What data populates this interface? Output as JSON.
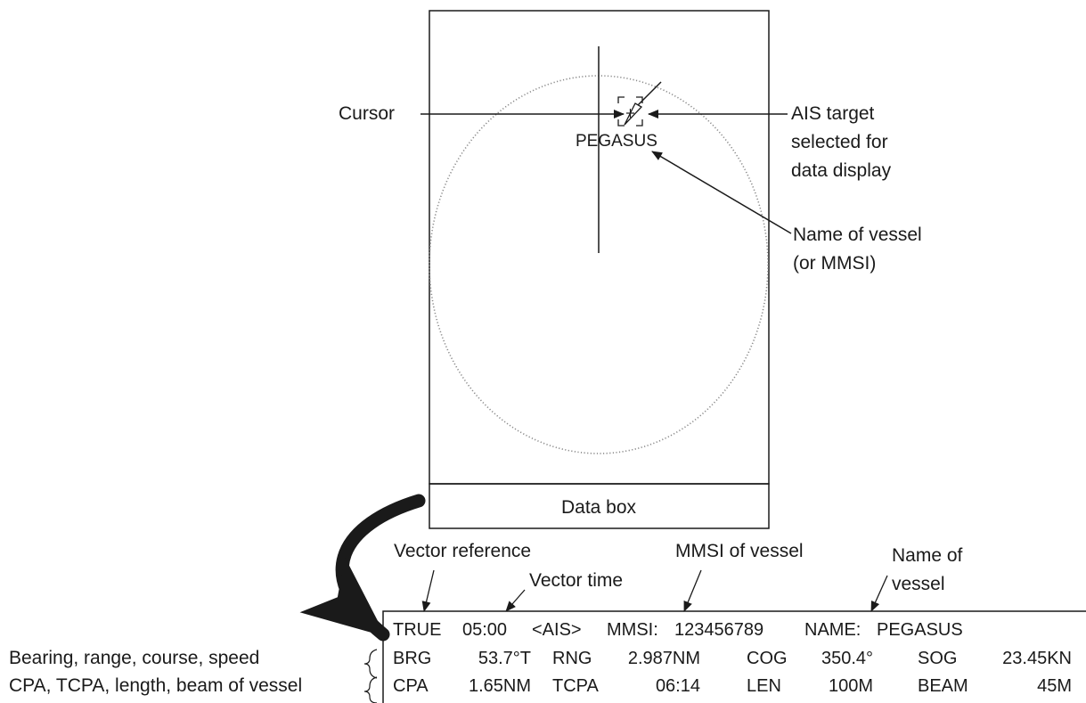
{
  "labels": {
    "cursor": "Cursor",
    "ais_target": [
      "AIS target",
      "selected for",
      "data display"
    ],
    "vessel_name_note": [
      "Name of vessel",
      "(or MMSI)"
    ],
    "vessel_name": "PEGASUS",
    "data_box": "Data box",
    "vector_reference": "Vector reference",
    "vector_time": "Vector time",
    "mmsi_of_vessel": "MMSI of vessel",
    "name_of_vessel": [
      "Name of",
      "vessel"
    ],
    "brg_rng_desc": "Bearing, range, course, speed",
    "cpa_desc": "CPA, TCPA, length, beam of vessel"
  },
  "data_box": {
    "row1": {
      "ref": "TRUE",
      "time": "05:00",
      "tag": "<AIS>",
      "mmsi_label": "MMSI:",
      "mmsi": "123456789",
      "name_label": "NAME:",
      "name": "PEGASUS"
    },
    "row2": {
      "brg_label": "BRG",
      "brg": "53.7°T",
      "rng_label": "RNG",
      "rng": "2.987NM",
      "cog_label": "COG",
      "cog": "350.4°",
      "sog_label": "SOG",
      "sog": "23.45KN"
    },
    "row3": {
      "cpa_label": "CPA",
      "cpa": "1.65NM",
      "tcpa_label": "TCPA",
      "tcpa": "06:14",
      "len_label": "LEN",
      "len": "100M",
      "beam_label": "BEAM",
      "beam": "45M"
    }
  },
  "colors": {
    "ink": "#1a1a1a",
    "dotted_ring": "#8a8a8a"
  }
}
